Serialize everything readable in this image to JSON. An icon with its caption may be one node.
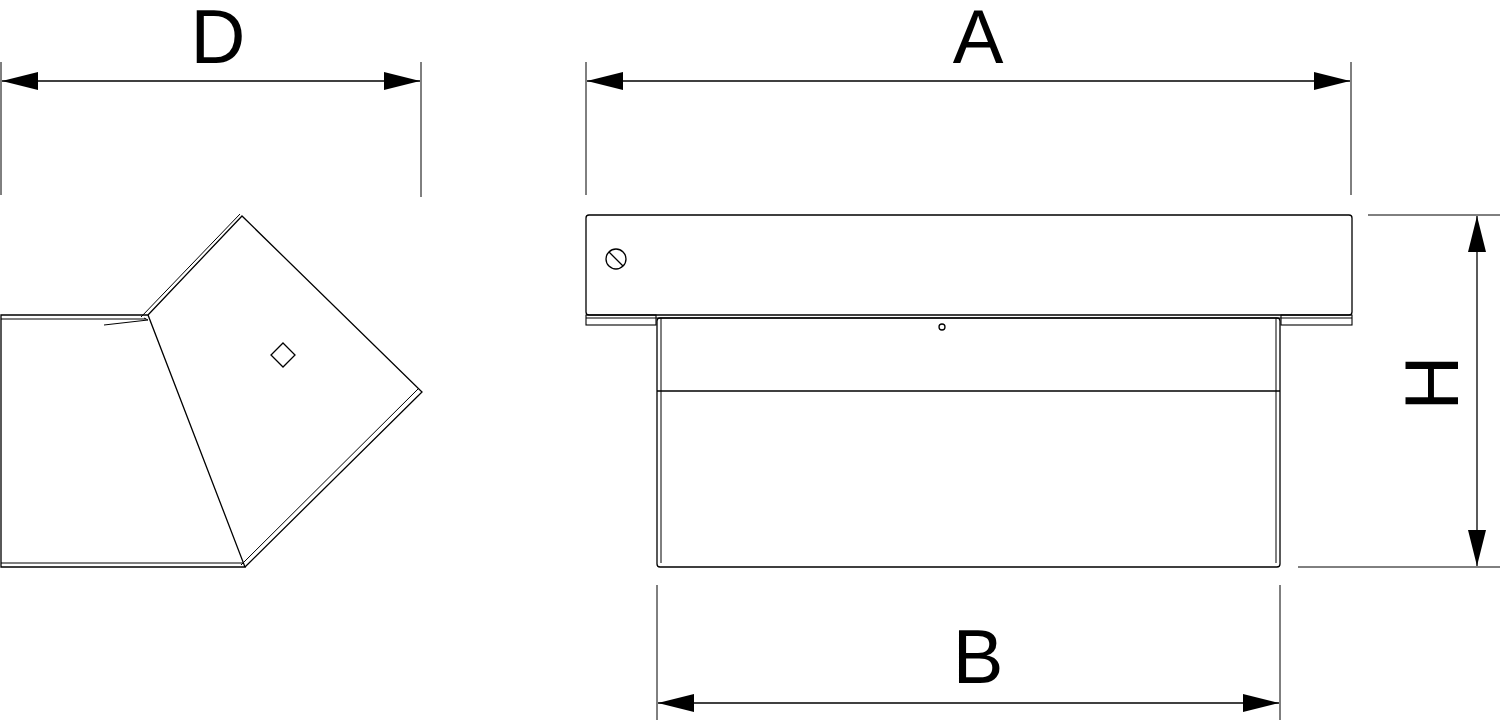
{
  "diagram": {
    "labels": [
      "D",
      "A",
      "H",
      "B"
    ]
  }
}
